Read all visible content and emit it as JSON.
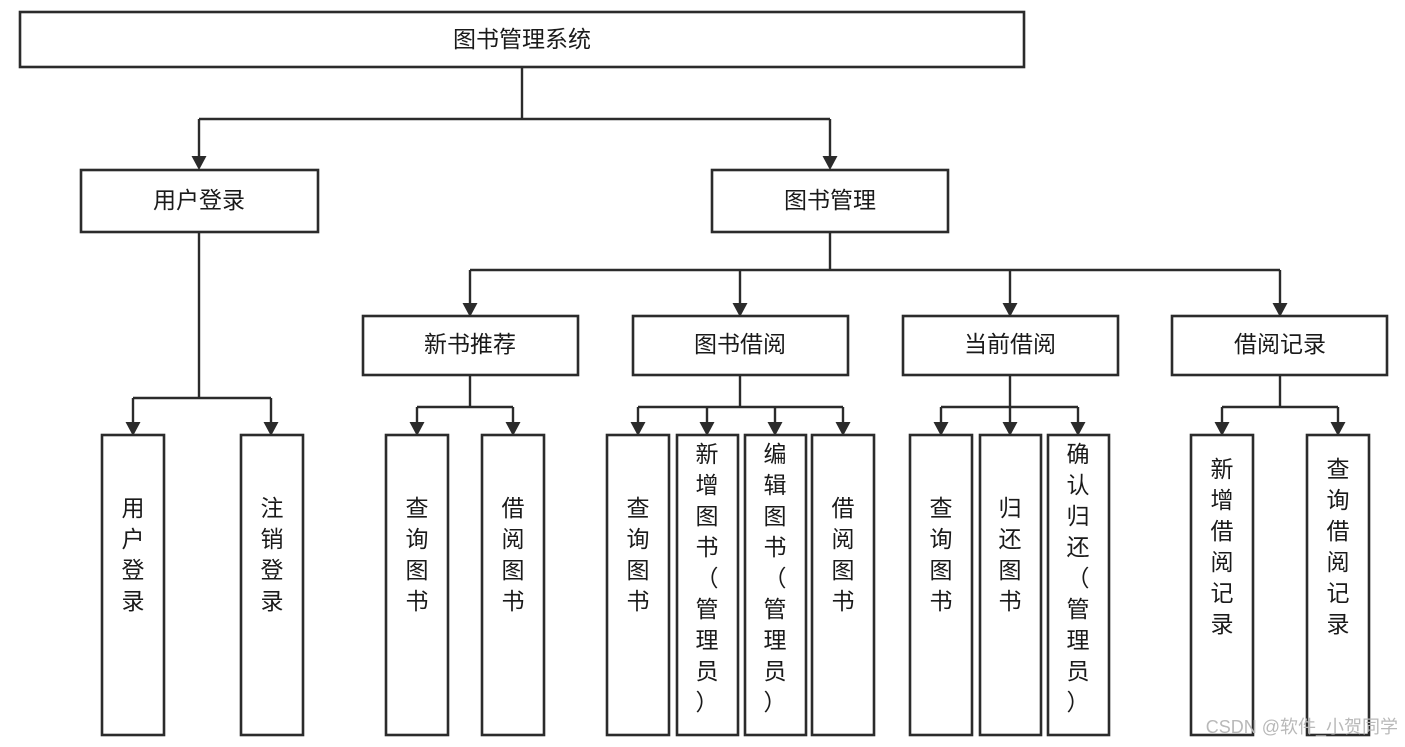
{
  "diagram": {
    "title": "图书管理系统",
    "type": "tree-hierarchy-diagram",
    "root": {
      "label": "图书管理系统"
    },
    "level2": [
      {
        "id": "user-login",
        "label": "用户登录"
      },
      {
        "id": "book-management",
        "label": "图书管理"
      }
    ],
    "level3": [
      {
        "id": "new-book-recommend",
        "label": "新书推荐",
        "parent": "book-management"
      },
      {
        "id": "book-borrow",
        "label": "图书借阅",
        "parent": "book-management"
      },
      {
        "id": "current-borrow",
        "label": "当前借阅",
        "parent": "book-management"
      },
      {
        "id": "borrow-record",
        "label": "借阅记录",
        "parent": "book-management"
      }
    ],
    "leaves": {
      "user-login": [
        {
          "id": "leaf-user-login",
          "label": "用户登录"
        },
        {
          "id": "leaf-user-logout",
          "label": "注销登录"
        }
      ],
      "new-book-recommend": [
        {
          "id": "leaf-query-book-1",
          "label": "查询图书"
        },
        {
          "id": "leaf-borrow-book-1",
          "label": "借阅图书"
        }
      ],
      "book-borrow": [
        {
          "id": "leaf-query-book-2",
          "label": "查询图书"
        },
        {
          "id": "leaf-add-book",
          "label": "新增图书（管理员）"
        },
        {
          "id": "leaf-edit-book",
          "label": "编辑图书（管理员）"
        },
        {
          "id": "leaf-borrow-book-2",
          "label": "借阅图书"
        }
      ],
      "current-borrow": [
        {
          "id": "leaf-query-book-3",
          "label": "查询图书"
        },
        {
          "id": "leaf-return-book",
          "label": "归还图书"
        },
        {
          "id": "leaf-confirm-return",
          "label": "确认归还（管理员）"
        }
      ],
      "borrow-record": [
        {
          "id": "leaf-add-record",
          "label": "新增借阅记录"
        },
        {
          "id": "leaf-query-record",
          "label": "查询借阅记录"
        }
      ]
    },
    "colors": {
      "box_fill": "#ffffff",
      "box_stroke": "#2b2b2b",
      "text": "#1a1a1a",
      "connector": "#2b2b2b",
      "watermark": "#b9b9b9",
      "background": "#ffffff"
    }
  },
  "watermark": {
    "text": "CSDN @软件_小贺同学"
  }
}
